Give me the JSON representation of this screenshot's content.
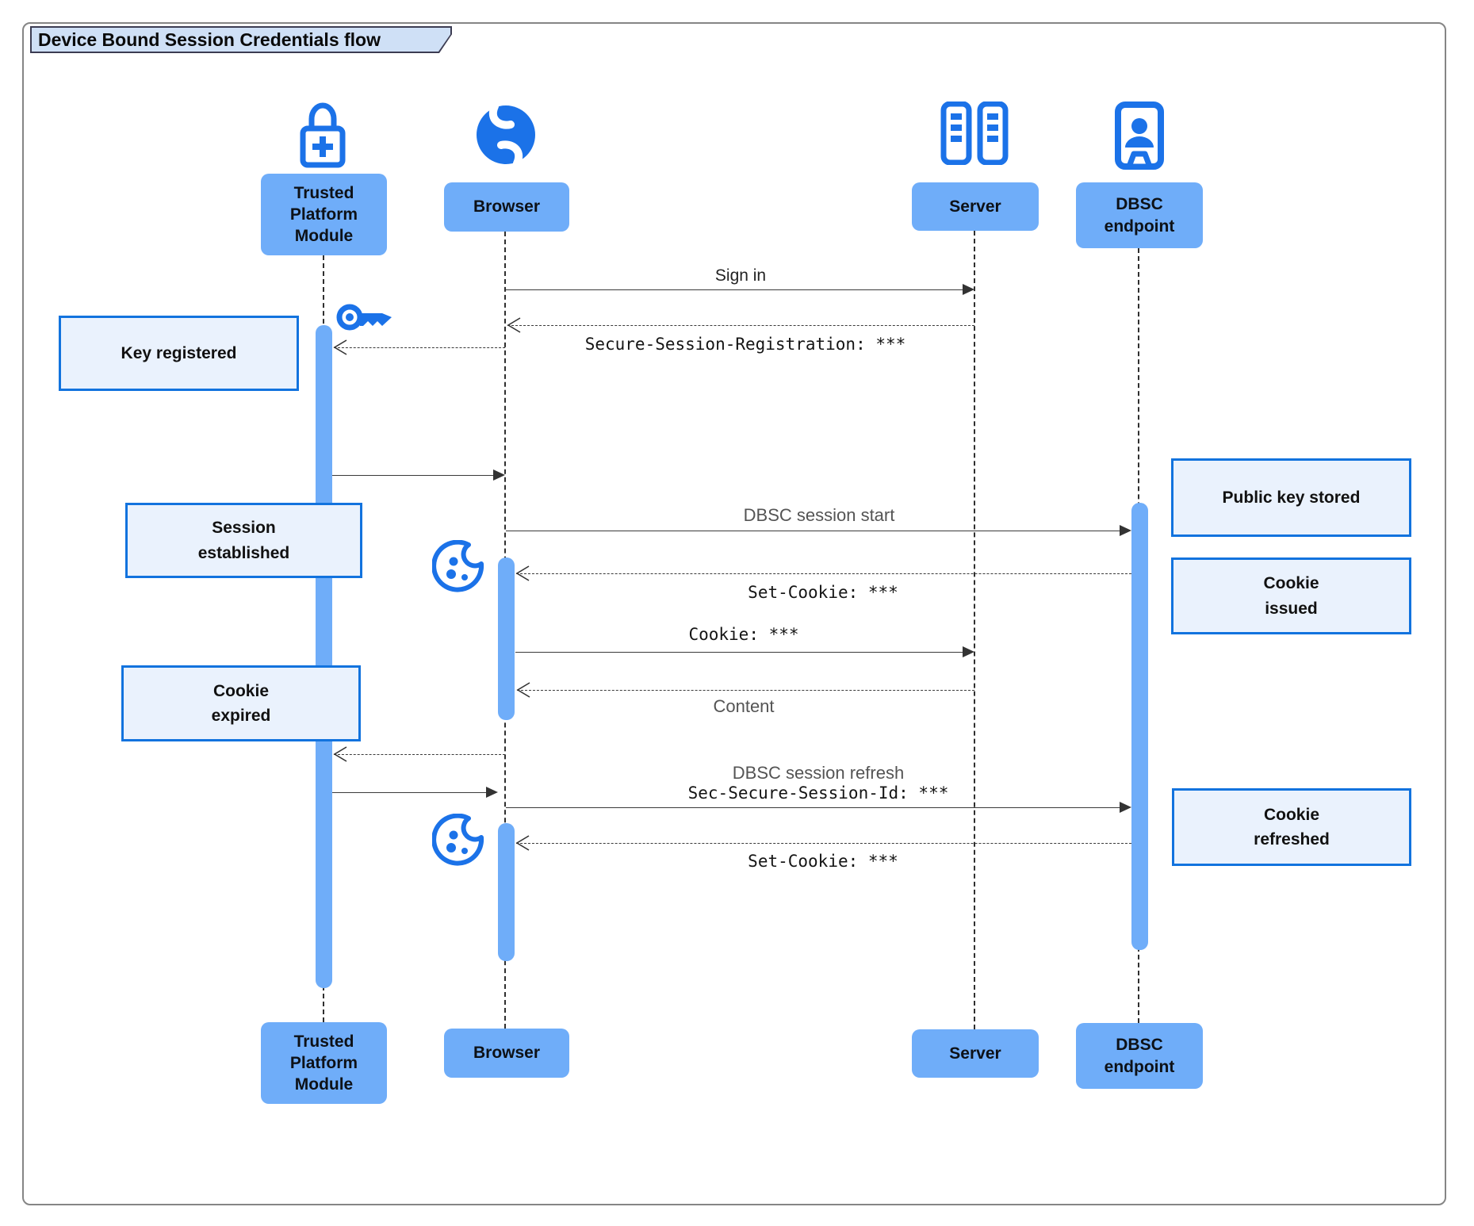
{
  "title": "Device Bound Session Credentials flow",
  "actors": [
    {
      "id": "tpm",
      "label": "Trusted\nPlatform\nModule",
      "icon": "lock-plus-icon"
    },
    {
      "id": "browser",
      "label": "Browser",
      "icon": "globe-icon"
    },
    {
      "id": "server",
      "label": "Server",
      "icon": "server-racks-icon"
    },
    {
      "id": "dbsc",
      "label": "DBSC\nendpoint",
      "icon": "person-badge-icon"
    }
  ],
  "notes": [
    {
      "id": "key-registered",
      "text": "Key registered"
    },
    {
      "id": "session-established",
      "text": "Session\nestablished"
    },
    {
      "id": "cookie-expired",
      "text": "Cookie\nexpired"
    },
    {
      "id": "public-key-stored",
      "text": "Public key stored"
    },
    {
      "id": "cookie-issued",
      "text": "Cookie\nissued"
    },
    {
      "id": "cookie-refreshed",
      "text": "Cookie\nrefreshed"
    }
  ],
  "messages": {
    "sign_in": {
      "text": "Sign in",
      "from": "browser",
      "to": "server",
      "line": "solid"
    },
    "secure_session_registration": {
      "text": "Secure-Session-Registration: ***",
      "from": "server",
      "to": "browser",
      "line": "dashed"
    },
    "browser_to_tpm_register": {
      "text": "",
      "from": "browser",
      "to": "tpm",
      "line": "dashed"
    },
    "tpm_to_browser_key": {
      "text": "",
      "from": "tpm",
      "to": "browser",
      "line": "solid"
    },
    "dbsc_session_start": {
      "text": "DBSC session start",
      "from": "browser",
      "to": "dbsc",
      "line": "solid"
    },
    "set_cookie_1": {
      "text": "Set-Cookie: ***",
      "from": "dbsc",
      "to": "browser",
      "line": "dashed"
    },
    "cookie": {
      "text": "Cookie: ***",
      "from": "browser",
      "to": "server",
      "line": "solid"
    },
    "content": {
      "text": "Content",
      "from": "server",
      "to": "browser",
      "line": "dashed"
    },
    "browser_to_tpm_refresh": {
      "text": "",
      "from": "browser",
      "to": "tpm",
      "line": "dashed"
    },
    "tpm_to_browser_sign": {
      "text": "",
      "from": "tpm",
      "to": "browser",
      "line": "solid"
    },
    "dbsc_session_refresh": {
      "text": "DBSC session refresh",
      "from": "browser",
      "to": "dbsc",
      "line": "solid"
    },
    "sec_secure_session_id": {
      "text": "Sec-Secure-Session-Id: ***",
      "from": "browser",
      "to": "dbsc",
      "line": "solid"
    },
    "set_cookie_2": {
      "text": "Set-Cookie: ***",
      "from": "dbsc",
      "to": "browser",
      "line": "dashed"
    }
  },
  "icons": [
    "lock-plus-icon",
    "globe-icon",
    "server-racks-icon",
    "person-badge-icon",
    "key-icon",
    "cookie-icon"
  ],
  "colors": {
    "icon_blue": "#1b72e8",
    "label_fill": "#6fadf9",
    "activation_fill": "#6fadf9",
    "note_fill": "#eaf2fd",
    "note_border": "#1273de",
    "tab_fill": "#cfe0f6",
    "tab_border": "#3c3c52",
    "frame_border": "#858585",
    "line_color": "#3a3a3a",
    "muted_text": "#545454"
  }
}
